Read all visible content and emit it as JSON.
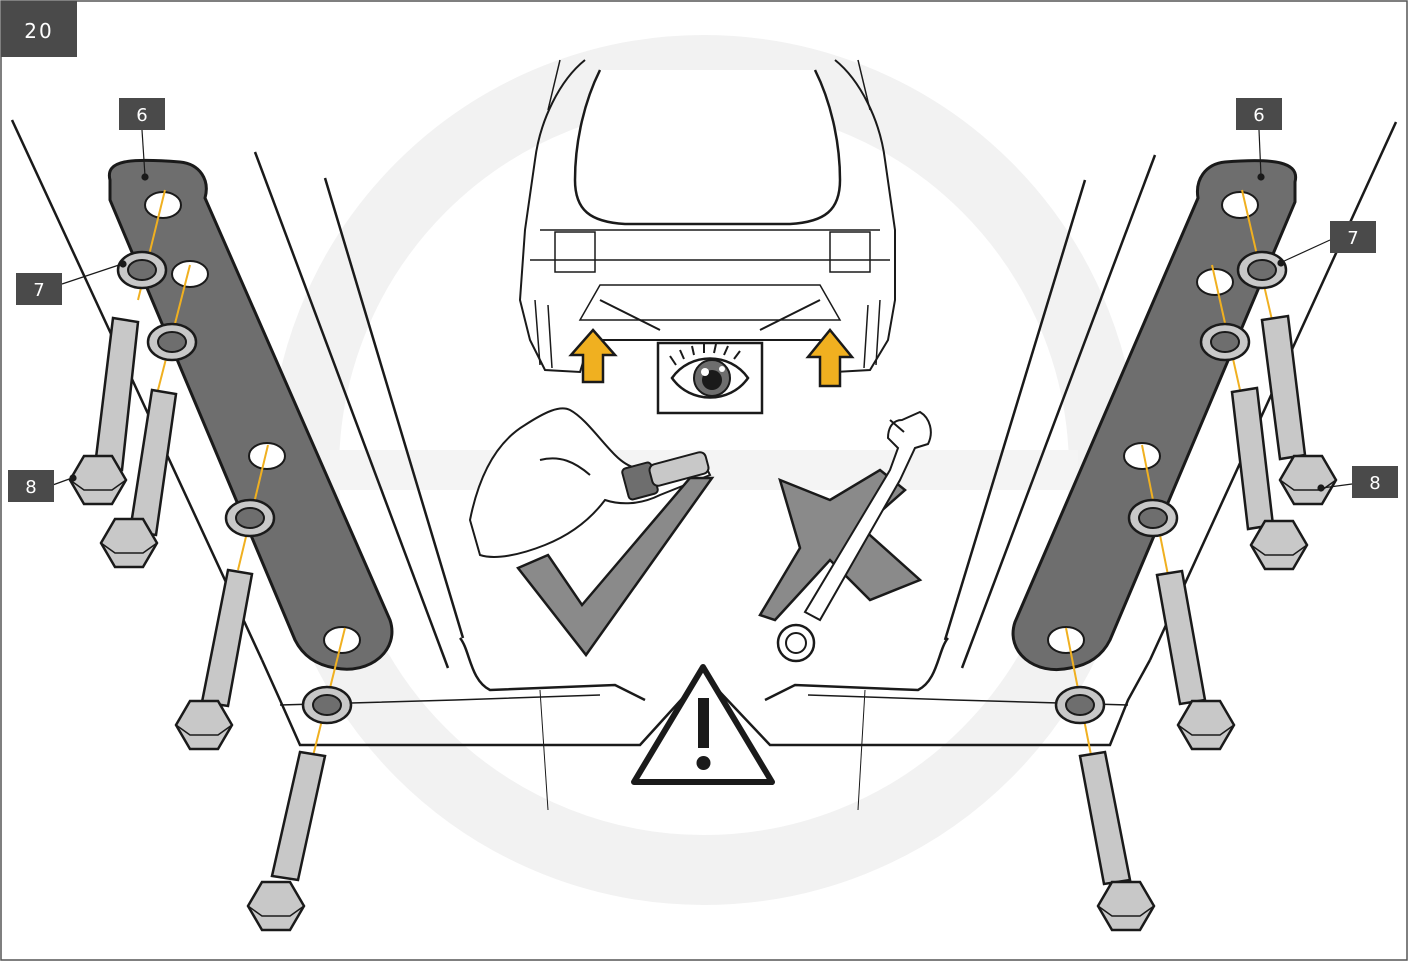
{
  "step": {
    "number": "20"
  },
  "callouts": {
    "plate_left": "6",
    "washer_left": "7",
    "bolt_left": "8",
    "plate_right": "6",
    "washer_right": "7",
    "bolt_right": "8"
  },
  "colors": {
    "label_bg": "#4a4a4a",
    "plate": "#6e6e6e",
    "bolt": "#c8c8c8",
    "axis_line": "#f0b020",
    "arrow": "#f0b020",
    "watermark": "#f2f2f2",
    "outline": "#1a1a1a"
  },
  "icons": {
    "inspect": "eye-icon",
    "hand_tightening": "hand-tighten-icon",
    "correct": "checkmark-icon",
    "wrench_forbidden": "wrench-cross-icon",
    "warning": "warning-triangle-icon",
    "attention_points": "yellow-arrow-icon"
  }
}
